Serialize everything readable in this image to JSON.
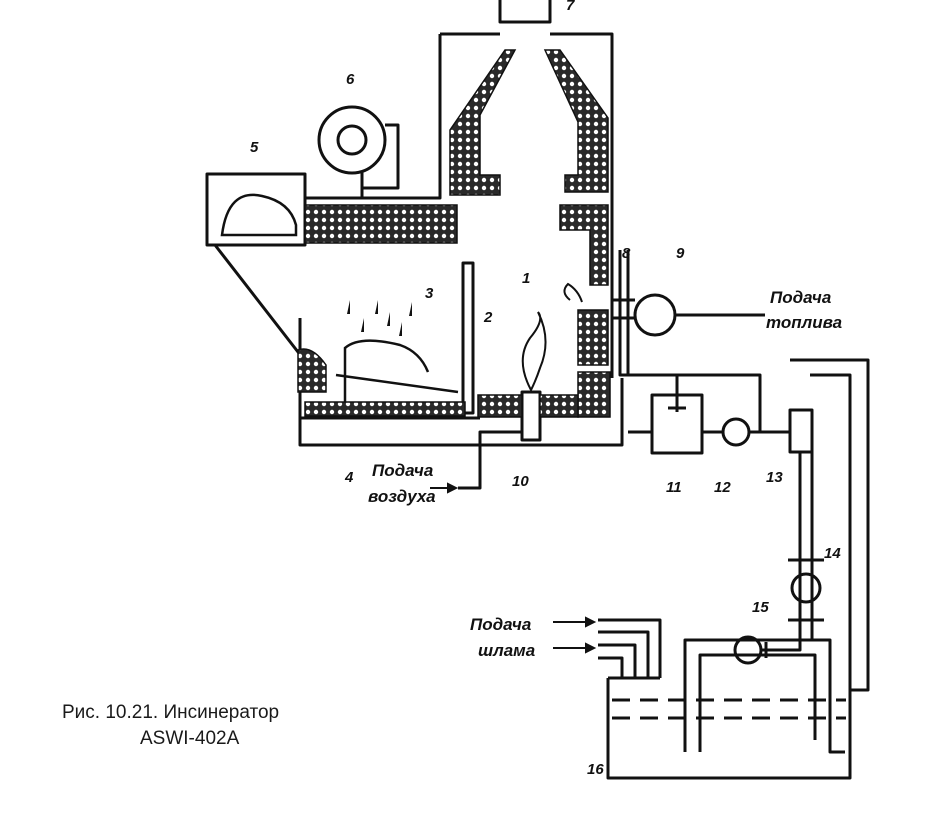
{
  "labels": {
    "n1": "1",
    "n2": "2",
    "n3": "3",
    "n4": "4",
    "n5": "5",
    "n6": "6",
    "n7": "7",
    "n8": "8",
    "n9": "9",
    "n10": "10",
    "n11": "11",
    "n12": "12",
    "n13": "13",
    "n14": "14",
    "n15": "15",
    "n16": "16"
  },
  "feeds": {
    "fuel_line1": "Подача",
    "fuel_line2": "топлива",
    "air_line1": "Подача",
    "air_line2": "воздуха",
    "sludge_line1": "Подача",
    "sludge_line2": "шлама"
  },
  "caption": {
    "line1": "Рис. 10.21. Инсинератор",
    "line2": "ASWI-402A"
  }
}
